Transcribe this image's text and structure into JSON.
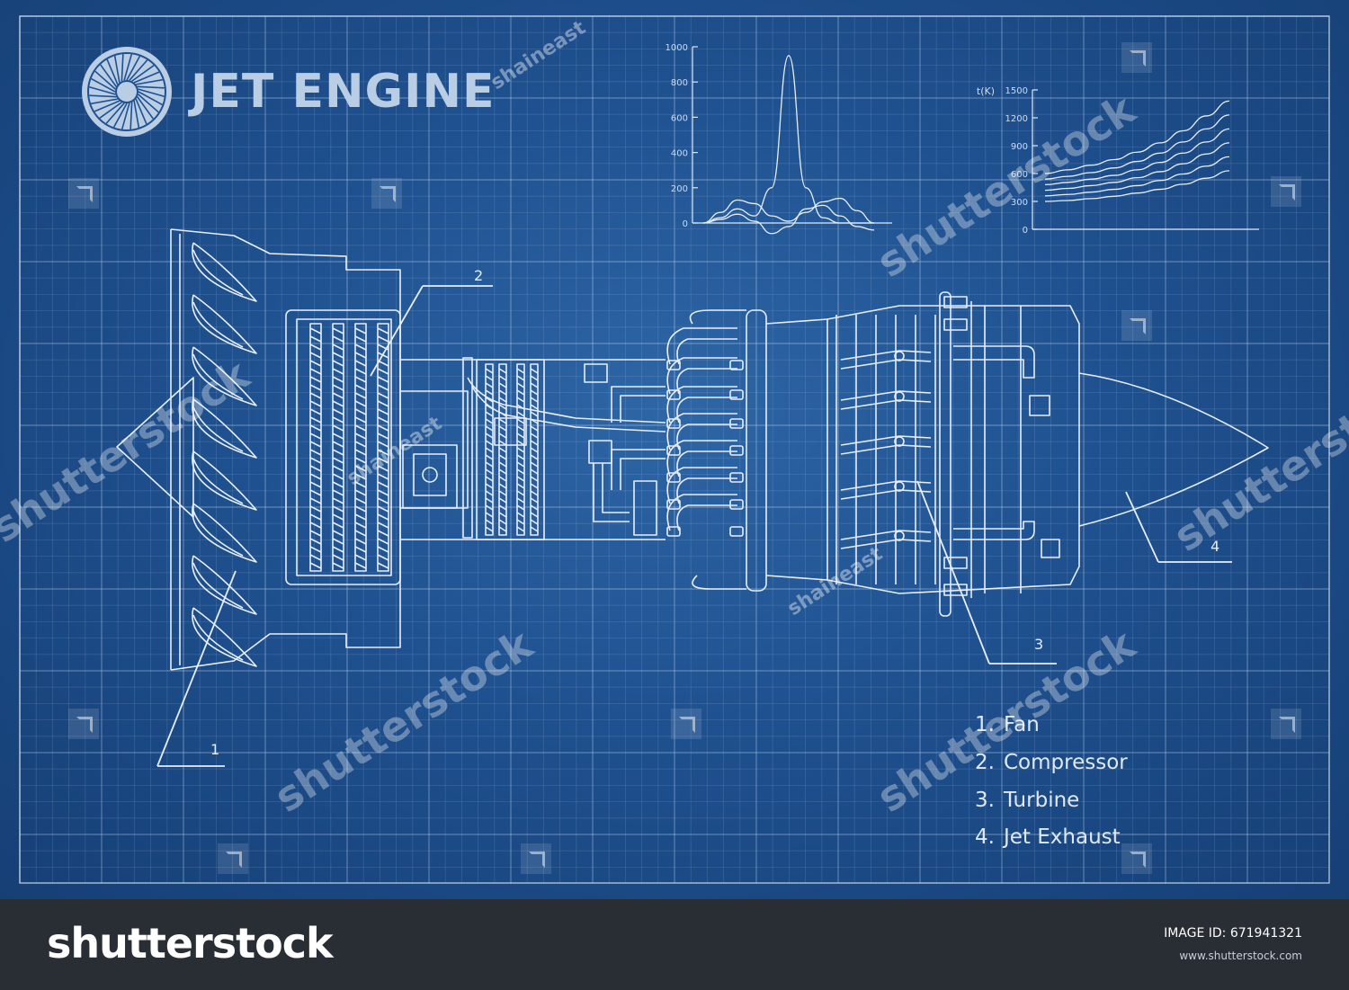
{
  "title": "JET ENGINE",
  "callouts": [
    "1",
    "2",
    "3",
    "4"
  ],
  "legend": [
    {
      "num": "1.",
      "label": "Fan"
    },
    {
      "num": "2.",
      "label": "Compressor"
    },
    {
      "num": "3.",
      "label": "Turbine"
    },
    {
      "num": "4.",
      "label": "Jet Exhaust"
    }
  ],
  "colors": {
    "background": "#1f5190",
    "lines": "#e6eef8",
    "footer": "#292e35"
  },
  "icons": [
    "fan-logo-icon",
    "shutterstock-icon"
  ],
  "chart_data": [
    {
      "type": "line",
      "title": "",
      "xlabel": "",
      "ylabel": "",
      "ylim": [
        0,
        1000
      ],
      "yticks": [
        "1000",
        "800",
        "600",
        "400",
        "200",
        "0"
      ],
      "x": [
        0,
        1,
        2,
        3,
        4,
        5,
        6,
        7,
        8,
        9,
        10
      ],
      "series": [
        {
          "values": [
            0,
            60,
            130,
            110,
            40,
            10,
            60,
            120,
            140,
            70,
            0
          ]
        },
        {
          "values": [
            0,
            30,
            80,
            40,
            200,
            950,
            200,
            30,
            0,
            0,
            0
          ]
        },
        {
          "values": [
            0,
            20,
            50,
            10,
            -60,
            -20,
            80,
            100,
            40,
            -20,
            -40
          ]
        }
      ]
    },
    {
      "type": "line",
      "title": "",
      "xlabel": "",
      "ylabel": "t(K)",
      "ylim": [
        0,
        1500
      ],
      "yticks": [
        "1500",
        "1200",
        "900",
        "600",
        "300",
        "0"
      ],
      "x": [
        0,
        1,
        2,
        3,
        4,
        5,
        6,
        7,
        8
      ],
      "series": [
        {
          "values": [
            600,
            640,
            690,
            750,
            830,
            930,
            1060,
            1220,
            1380
          ]
        },
        {
          "values": [
            540,
            570,
            610,
            660,
            730,
            820,
            940,
            1080,
            1230
          ]
        },
        {
          "values": [
            480,
            505,
            540,
            580,
            640,
            720,
            820,
            940,
            1080
          ]
        },
        {
          "values": [
            420,
            440,
            470,
            505,
            555,
            620,
            705,
            810,
            930
          ]
        },
        {
          "values": [
            360,
            375,
            400,
            430,
            470,
            525,
            595,
            680,
            780
          ]
        },
        {
          "values": [
            300,
            310,
            330,
            355,
            390,
            430,
            485,
            550,
            630
          ]
        }
      ]
    }
  ],
  "watermarks": {
    "brand": "shutterstock",
    "author": "shaineast"
  },
  "footer": {
    "logo": "shutterstock",
    "image_id": "IMAGE ID: 671941321",
    "url": "www.shutterstock.com"
  }
}
